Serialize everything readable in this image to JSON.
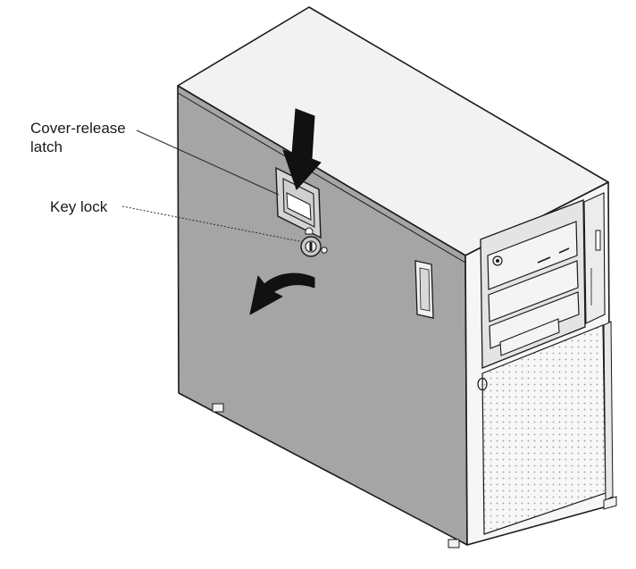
{
  "labels": {
    "cover_release": [
      "Cover-release",
      "latch"
    ],
    "key_lock": "Key lock"
  },
  "colors": {
    "line": "#1a1a1a",
    "top_face": "#f2f2f2",
    "side_panel": "#a5a5a5",
    "front_face": "#f6f6f6",
    "bezel": "#e4e4e4",
    "vent": "#9a9a9a",
    "arrow": "#111111"
  },
  "icons": [
    "push-down-arrow-icon",
    "slide-back-arrow-icon",
    "lock-icon"
  ]
}
